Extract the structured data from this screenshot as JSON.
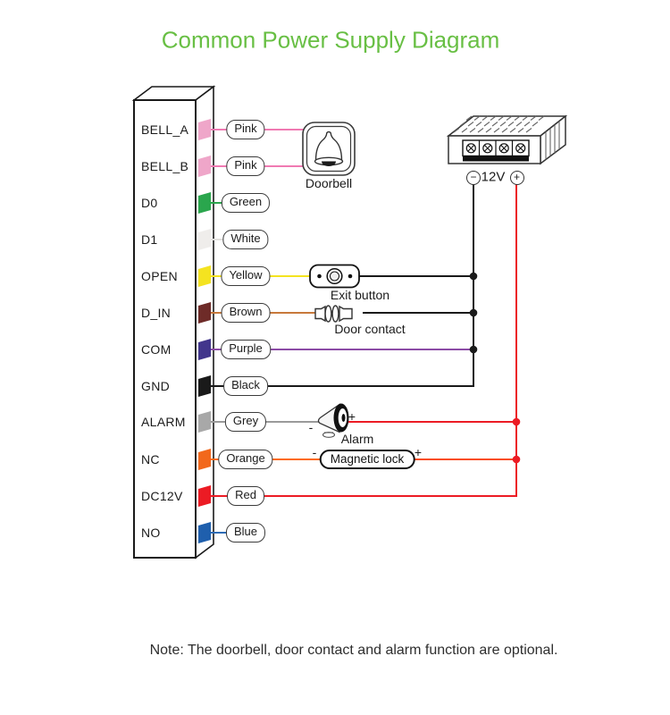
{
  "title": "Common Power Supply Diagram",
  "title_color": "#68bf44",
  "note": "Note: The doorbell, door contact and alarm function are optional.",
  "colors": {
    "black": "#1a1a1a",
    "red": "#ec1b24",
    "orange_red": "#fa4c1c"
  },
  "device": {
    "terminals": [
      {
        "name": "BELL_A",
        "color": "Pink",
        "hex": "#efa6c9",
        "wire": "#f07ab2"
      },
      {
        "name": "BELL_B",
        "color": "Pink",
        "hex": "#efa6c9",
        "wire": "#f07ab2"
      },
      {
        "name": "D0",
        "color": "Green",
        "hex": "#2aa64d",
        "wire": "#2aa64d"
      },
      {
        "name": "D1",
        "color": "White",
        "hex": "#efedeb",
        "wire": "#e3e1df"
      },
      {
        "name": "OPEN",
        "color": "Yellow",
        "hex": "#f4e320",
        "wire": "#f4e320"
      },
      {
        "name": "D_IN",
        "color": "Brown",
        "hex": "#6e2b28",
        "wire": "#c8793b"
      },
      {
        "name": "COM",
        "color": "Purple",
        "hex": "#42368c",
        "wire": "#8c4ba6"
      },
      {
        "name": "GND",
        "color": "Black",
        "hex": "#1a1a1a",
        "wire": "#1a1a1a"
      },
      {
        "name": "ALARM",
        "color": "Grey",
        "hex": "#a8a8a8",
        "wire": "#9a9a9a"
      },
      {
        "name": "NC",
        "color": "Orange",
        "hex": "#f2681c",
        "wire": "#fd6a12"
      },
      {
        "name": "DC12V",
        "color": "Red",
        "hex": "#ec1b24",
        "wire": "#ec1b24"
      },
      {
        "name": "NO",
        "color": "Blue",
        "hex": "#1f5fad",
        "wire": "#2e6cb6"
      }
    ]
  },
  "components": {
    "doorbell": {
      "label": "Doorbell"
    },
    "exit_button": {
      "label": "Exit button"
    },
    "door_contact": {
      "label": "Door contact"
    },
    "alarm": {
      "label": "Alarm",
      "minus": "-",
      "plus": "+"
    },
    "magnetic_lock": {
      "label": "Magnetic lock",
      "minus": "-",
      "plus": "+"
    }
  },
  "power_supply": {
    "voltage": "12V",
    "negative": "−",
    "positive": "+"
  }
}
